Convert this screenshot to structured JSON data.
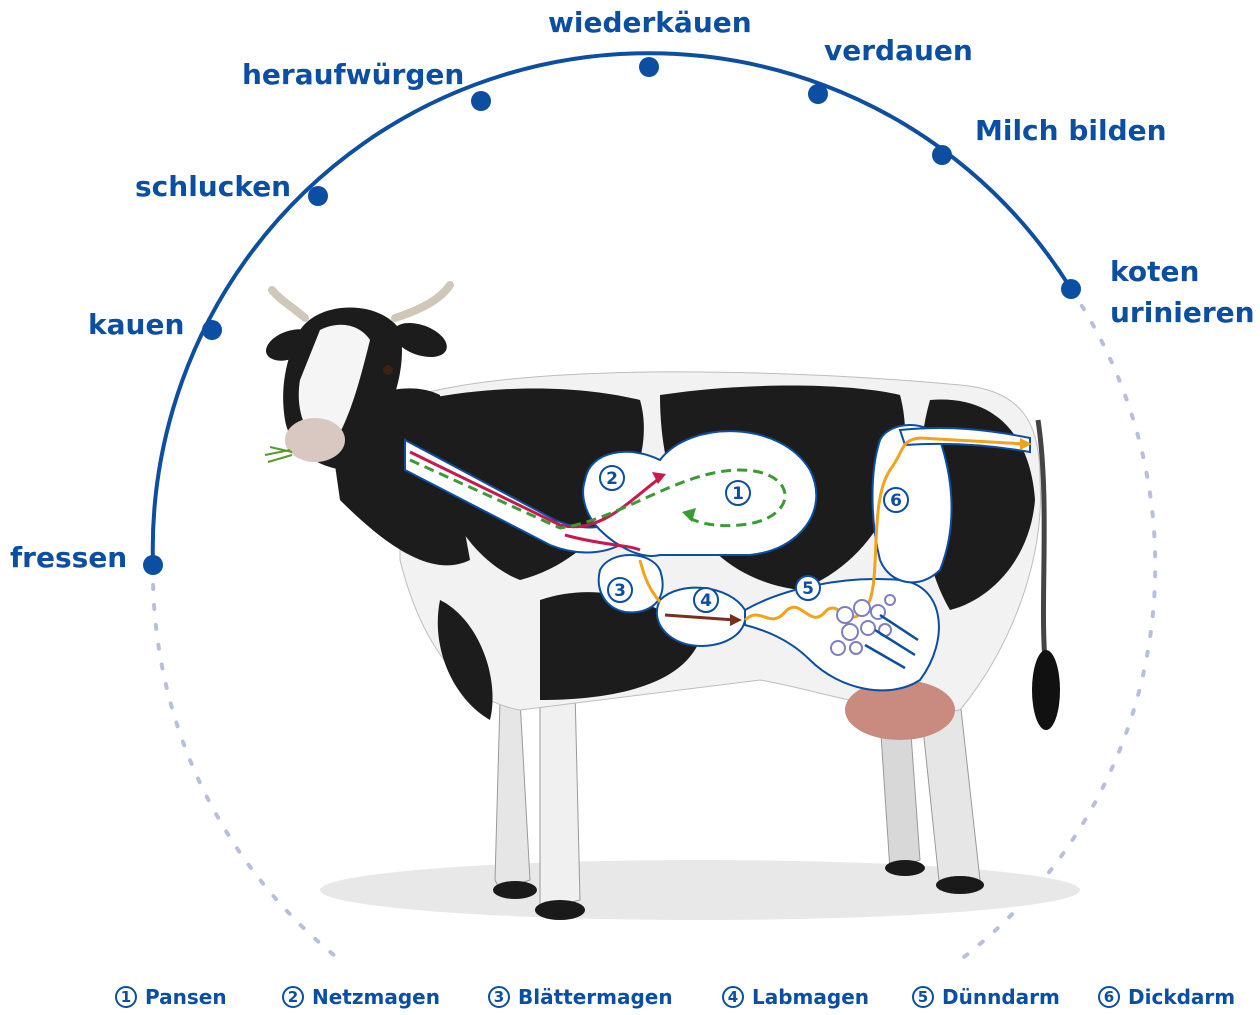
{
  "cycle_stages": {
    "fressen": "fressen",
    "kauen": "kauen",
    "schlucken": "schlucken",
    "heraufwuergen": "heraufwürgen",
    "wiederkaeuen": "wiederkäuen",
    "verdauen": "verdauen",
    "milch_bilden": "Milch bilden",
    "koten": "koten",
    "urinieren": "urinieren"
  },
  "legend": [
    {
      "num": "1",
      "label": "Pansen"
    },
    {
      "num": "2",
      "label": "Netzmagen"
    },
    {
      "num": "3",
      "label": "Blättermagen"
    },
    {
      "num": "4",
      "label": "Labmagen"
    },
    {
      "num": "5",
      "label": "Dünndarm"
    },
    {
      "num": "6",
      "label": "Dickdarm"
    }
  ],
  "colors": {
    "brand_blue": "#0b4ea2",
    "dotted_arc": "#b8bfdc",
    "path_red": "#c8194e",
    "path_green": "#3a9b35",
    "path_orange": "#f2a21b",
    "path_brown": "#7a2e1c",
    "villi": "#7e7fc1"
  },
  "icons": {
    "cow": "cow-illustration",
    "stage_dot": "filled-circle"
  }
}
